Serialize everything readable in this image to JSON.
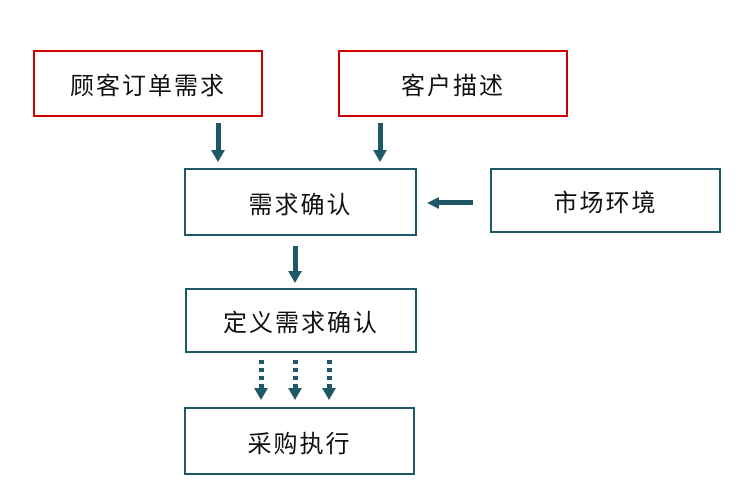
{
  "diagram": {
    "colors": {
      "red_border": "#CC0000",
      "teal": "#1F5866",
      "text": "#111111",
      "background": "#FFFFFF"
    },
    "boxes": [
      {
        "id": "customer-order",
        "label": "顾客订单需求",
        "border": "red"
      },
      {
        "id": "customer-desc",
        "label": "客户描述",
        "border": "red"
      },
      {
        "id": "demand-confirm",
        "label": "需求确认",
        "border": "teal"
      },
      {
        "id": "market-env",
        "label": "市场环境",
        "border": "teal"
      },
      {
        "id": "define-demand",
        "label": "定义需求确认",
        "border": "teal"
      },
      {
        "id": "procurement-exec",
        "label": "采购执行",
        "border": "teal"
      }
    ],
    "arrows": [
      {
        "from": "customer-order",
        "to": "demand-confirm",
        "style": "solid",
        "direction": "down"
      },
      {
        "from": "customer-desc",
        "to": "demand-confirm",
        "style": "solid",
        "direction": "down"
      },
      {
        "from": "market-env",
        "to": "demand-confirm",
        "style": "solid",
        "direction": "left"
      },
      {
        "from": "demand-confirm",
        "to": "define-demand",
        "style": "solid",
        "direction": "down"
      },
      {
        "from": "define-demand",
        "to": "procurement-exec",
        "style": "dotted",
        "direction": "down",
        "count": 3
      }
    ]
  }
}
